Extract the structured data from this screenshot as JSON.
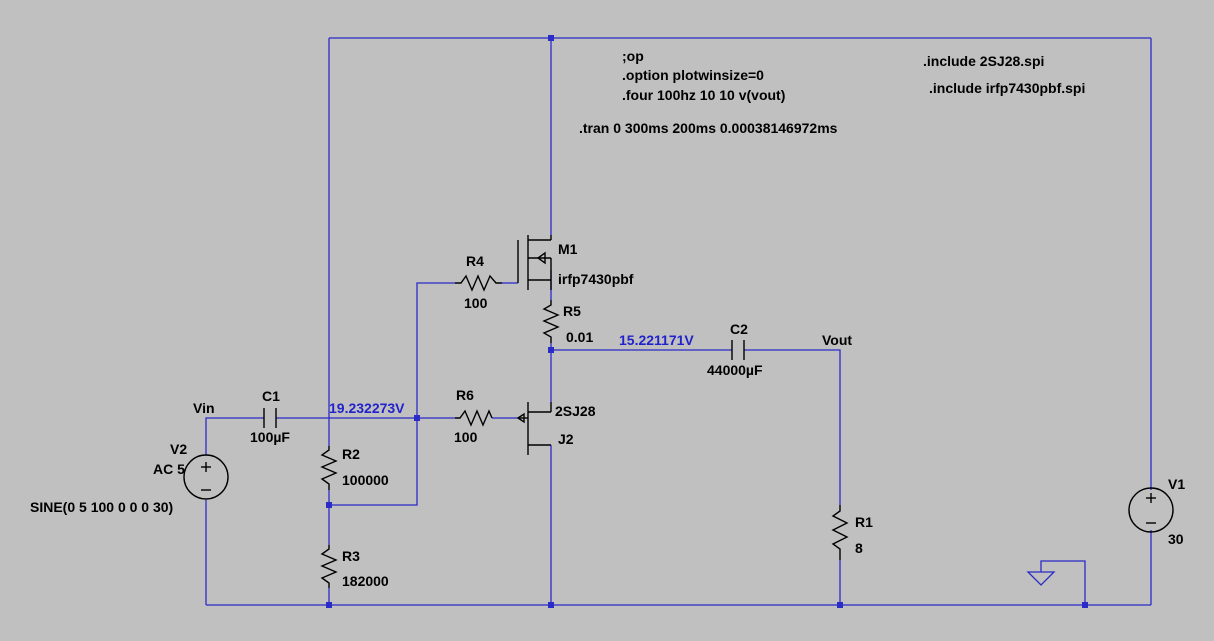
{
  "directives": {
    "op": ";op",
    "option": ".option plotwinsize=0",
    "four": ".four 100hz 10 10 v(vout)",
    "tran": ".tran 0 300ms 200ms 0.00038146972ms",
    "include1": ".include 2SJ28.spi",
    "include2": ".include irfp7430pbf.spi"
  },
  "nets": {
    "vin": "Vin",
    "vout": "Vout"
  },
  "voltages": {
    "gate_node": "19.232273V",
    "source_node": "15.221171V"
  },
  "components": {
    "m1": {
      "name": "M1",
      "value": "irfp7430pbf"
    },
    "j2": {
      "name": "J2",
      "value": "2SJ28"
    },
    "r1": {
      "name": "R1",
      "value": "8"
    },
    "r2": {
      "name": "R2",
      "value": "100000"
    },
    "r3": {
      "name": "R3",
      "value": "182000"
    },
    "r4": {
      "name": "R4",
      "value": "100"
    },
    "r5": {
      "name": "R5",
      "value": "0.01"
    },
    "r6": {
      "name": "R6",
      "value": "100"
    },
    "c1": {
      "name": "C1",
      "value": "100µF"
    },
    "c2": {
      "name": "C2",
      "value": "44000µF"
    },
    "v1": {
      "name": "V1",
      "value": "30"
    },
    "v2": {
      "name": "V2",
      "value": "AC 5",
      "spec": "SINE(0 5 100 0 0 0 30)"
    }
  },
  "colors": {
    "background": "#c0c0c0",
    "wire": "#2b2bc8",
    "voltage_label": "#2222cc",
    "component": "#000000"
  }
}
